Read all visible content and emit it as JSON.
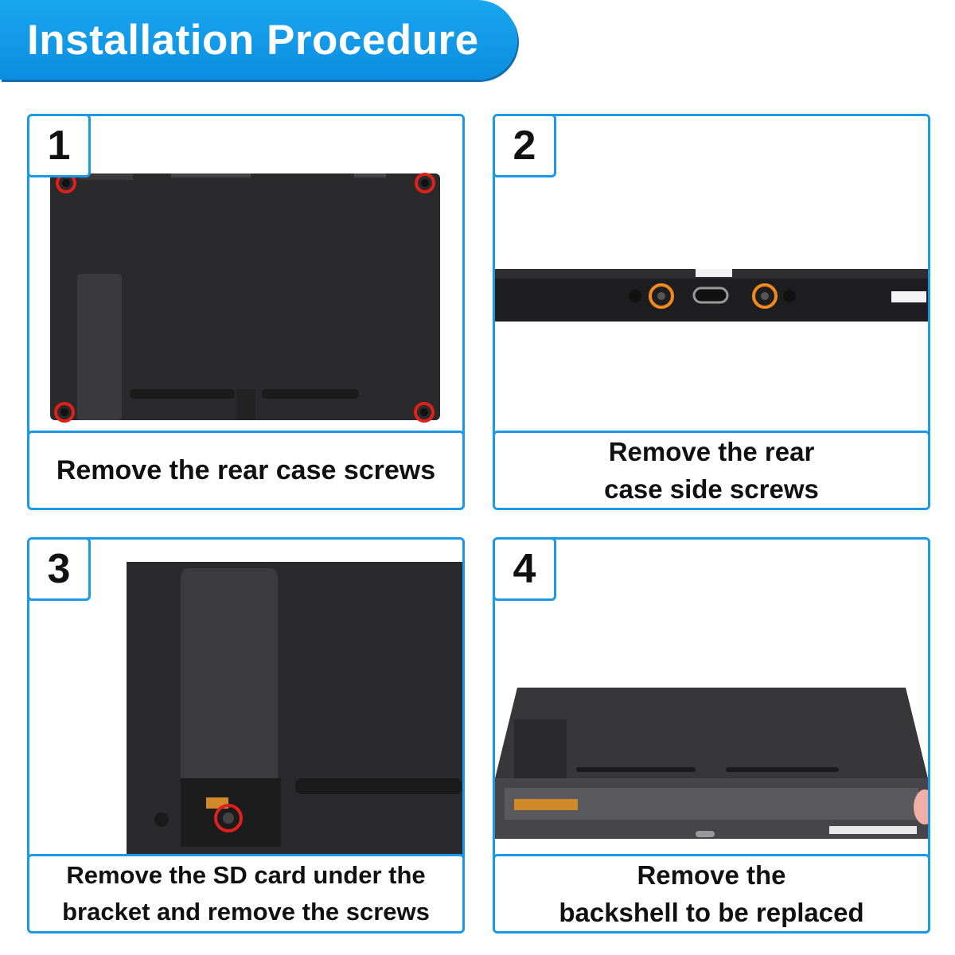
{
  "header": {
    "title": "Installation Procedure"
  },
  "colors": {
    "accent": "#1a9ae6",
    "screw_highlight": "#e0201a",
    "screw_orange": "#f08a1c"
  },
  "steps": [
    {
      "number": "1",
      "caption": "Remove the rear case screws"
    },
    {
      "number": "2",
      "caption": "Remove the rear\ncase side screws"
    },
    {
      "number": "3",
      "caption": "Remove the SD card under the\nbracket and remove the screws"
    },
    {
      "number": "4",
      "caption": "Remove the\nbackshell to be replaced"
    }
  ]
}
